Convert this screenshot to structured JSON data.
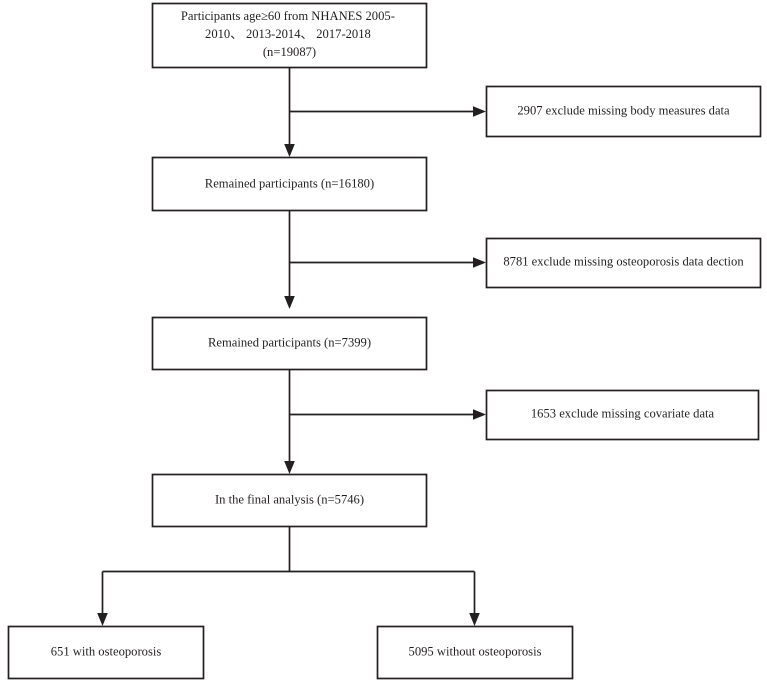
{
  "diagram": {
    "title": "NHANES participant selection flow diagram",
    "type": "flowchart",
    "colors": {
      "stroke": "#231f20",
      "fill": "#ffffff",
      "text": "#231f20",
      "background": "#ffffff"
    },
    "nodes": {
      "source": {
        "id": "source-population-box",
        "lines": [
          "Participants age≥60 from NHANES 2005-",
          "2010、 2013-2014、 2017-2018",
          "(n=19087)"
        ],
        "count": 19087
      },
      "remained_1": {
        "id": "remained-participants-16180-box",
        "lines": [
          "Remained participants (n=16180)"
        ],
        "count": 16180
      },
      "remained_2": {
        "id": "remained-participants-7399-box",
        "lines": [
          "Remained participants (n=7399)"
        ],
        "count": 7399
      },
      "final": {
        "id": "final-analysis-box",
        "lines": [
          "In the final analysis (n=5746)"
        ],
        "count": 5746
      },
      "exclusion_1": {
        "id": "exclusion-body-measures-box",
        "lines": [
          "2907 exclude missing body measures data"
        ],
        "count": 2907
      },
      "exclusion_2": {
        "id": "exclusion-osteoporosis-detection-box",
        "lines": [
          "8781 exclude missing osteoporosis data dection"
        ],
        "count": 8781
      },
      "exclusion_3": {
        "id": "exclusion-covariate-box",
        "lines": [
          "1653 exclude missing covariate data"
        ],
        "count": 1653
      },
      "outcome_with": {
        "id": "outcome-with-osteoporosis-box",
        "lines": [
          "651 with osteoporosis"
        ],
        "count": 651
      },
      "outcome_without": {
        "id": "outcome-without-osteoporosis-box",
        "lines": [
          "5095 without osteoporosis"
        ],
        "count": 5095
      }
    }
  }
}
